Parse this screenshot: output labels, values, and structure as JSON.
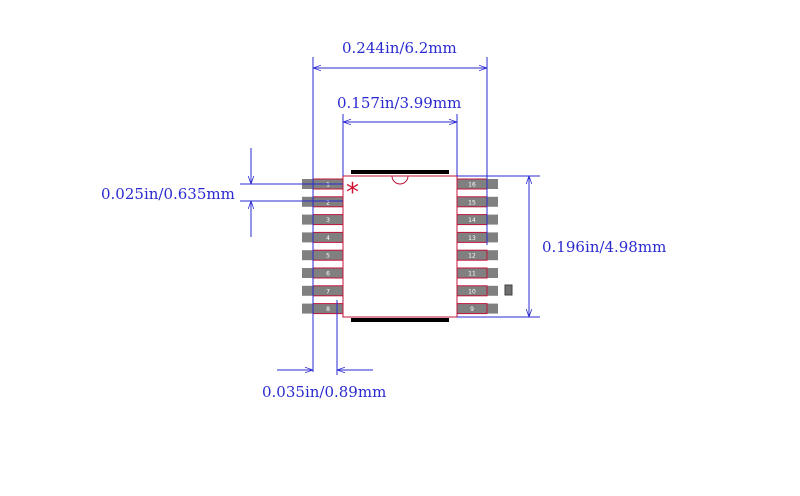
{
  "dimensions": {
    "overall_width": "0.244in/6.2mm",
    "body_width": "0.157in/3.99mm",
    "pin_pitch": "0.025in/0.635mm",
    "body_length": "0.196in/4.98mm",
    "pad_width": "0.035in/0.89mm"
  },
  "pin1_marker": "*",
  "pins_left": [
    "1",
    "2",
    "3",
    "4",
    "5",
    "6",
    "7",
    "8"
  ],
  "pins_right": [
    "16",
    "15",
    "14",
    "13",
    "12",
    "11",
    "10",
    "9"
  ],
  "colors": {
    "dimension": "#2a2ad0",
    "pad": "#808080",
    "pad_outline": "#c0143c",
    "body_outline": "#c0143c",
    "silkscreen": "#000000",
    "marker": "#d01030"
  }
}
